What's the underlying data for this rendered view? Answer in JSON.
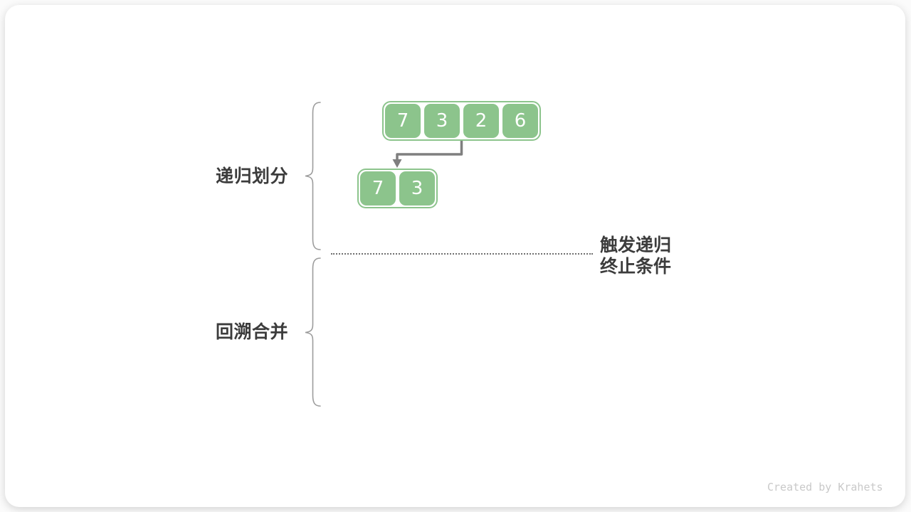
{
  "diagram": {
    "left_labels": [
      {
        "label": "递归划分"
      },
      {
        "label": "回溯合并"
      }
    ],
    "arrays": [
      {
        "name": "level-1-array",
        "values": [
          "7",
          "3",
          "2",
          "6"
        ]
      },
      {
        "name": "level-2-array",
        "values": [
          "7",
          "3"
        ]
      }
    ],
    "annotation": {
      "line1": "触发递归",
      "line2": "终止条件"
    },
    "colors": {
      "cell_green": "#8CC48C",
      "arrow_gray": "#7F7F7F",
      "brace_gray": "#9C9C9C",
      "label_text": "#3C3C3C",
      "dotted_line": "#707070",
      "watermark_text": "#C9C9C9"
    }
  },
  "footer": {
    "watermark": "Created by Krahets"
  }
}
